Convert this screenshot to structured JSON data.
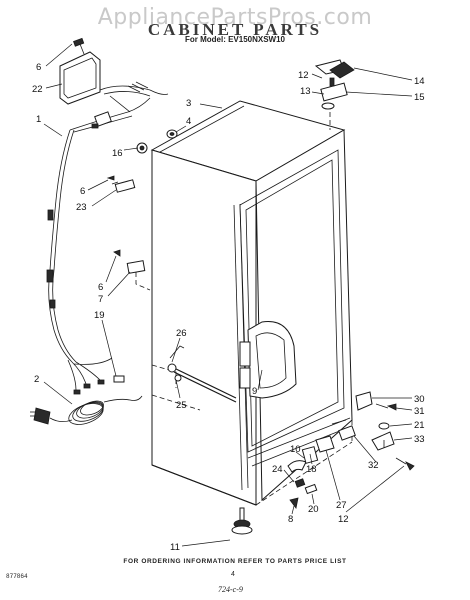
{
  "header": {
    "watermark": "AppliancePartsPros.com",
    "title": "CABINET PARTS",
    "model": "For Model: EV150NXSW10"
  },
  "footer": {
    "order_note": "FOR ORDERING INFORMATION REFER TO PARTS PRICE LIST",
    "page_number": "4",
    "doc_code": "877864",
    "date_code": "724-c-9"
  },
  "callouts": [
    {
      "id": "c1",
      "label": "1"
    },
    {
      "id": "c2",
      "label": "2"
    },
    {
      "id": "c3",
      "label": "3"
    },
    {
      "id": "c4",
      "label": "4"
    },
    {
      "id": "c6a",
      "label": "6"
    },
    {
      "id": "c22",
      "label": "22"
    },
    {
      "id": "c16",
      "label": "16"
    },
    {
      "id": "c6b",
      "label": "6"
    },
    {
      "id": "c23",
      "label": "23"
    },
    {
      "id": "c6c",
      "label": "6"
    },
    {
      "id": "c7",
      "label": "7"
    },
    {
      "id": "c19",
      "label": "19"
    },
    {
      "id": "c26",
      "label": "26"
    },
    {
      "id": "c25",
      "label": "25"
    },
    {
      "id": "c9",
      "label": "9"
    },
    {
      "id": "c12a",
      "label": "12"
    },
    {
      "id": "c13",
      "label": "13"
    },
    {
      "id": "c14",
      "label": "14"
    },
    {
      "id": "c15",
      "label": "15"
    },
    {
      "id": "c30",
      "label": "30"
    },
    {
      "id": "c31",
      "label": "31"
    },
    {
      "id": "c21",
      "label": "21"
    },
    {
      "id": "c33",
      "label": "33"
    },
    {
      "id": "c32",
      "label": "32"
    },
    {
      "id": "c10",
      "label": "10"
    },
    {
      "id": "c24",
      "label": "24"
    },
    {
      "id": "c18",
      "label": "18"
    },
    {
      "id": "c8",
      "label": "8"
    },
    {
      "id": "c20",
      "label": "20"
    },
    {
      "id": "c27",
      "label": "27"
    },
    {
      "id": "c12b",
      "label": "12"
    },
    {
      "id": "c11",
      "label": "11"
    }
  ]
}
